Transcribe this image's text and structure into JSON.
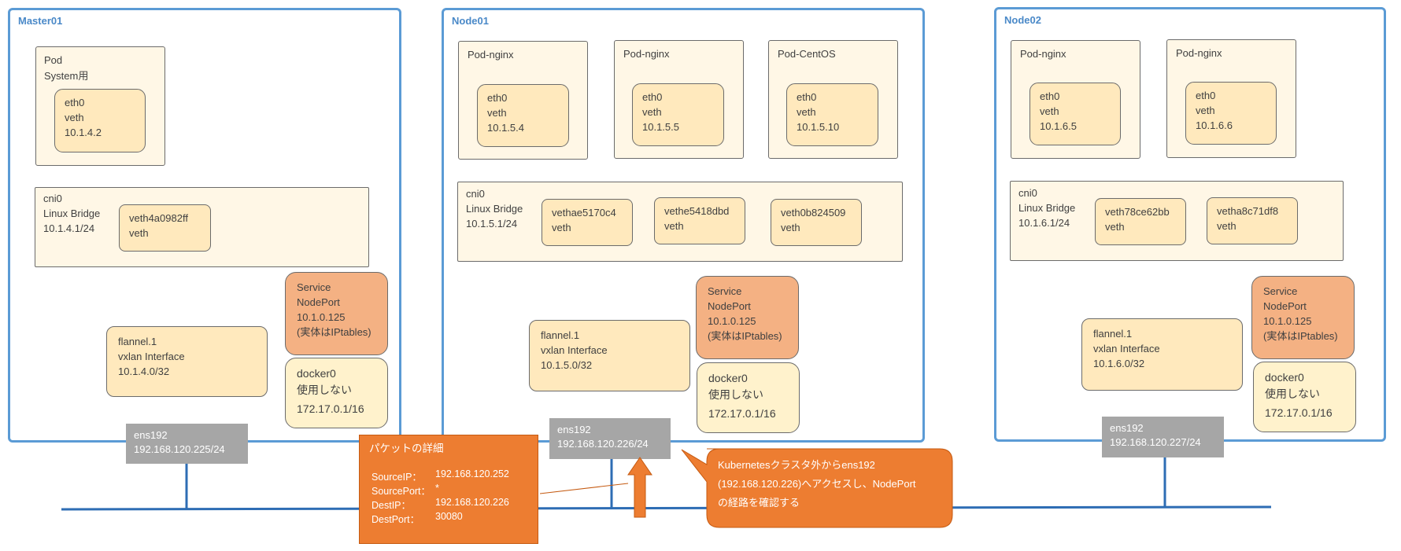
{
  "colors": {
    "host_border": "#5b9bd5",
    "pod_fill": "#fff7e6",
    "eth_fill": "#ffe9bd",
    "service_fill": "#f4b183",
    "ens_fill": "#a6a6a6",
    "callout_fill": "#ed7d31",
    "link_line": "#2e6db4"
  },
  "master": {
    "title": "Master01",
    "pod": {
      "l1": "Pod",
      "l2": "System用"
    },
    "eth": {
      "l1": "eth0",
      "l2": "veth",
      "l3": "10.1.4.2"
    },
    "cni": {
      "l1": "cni0",
      "l2": "Linux Bridge",
      "l3": "10.1.4.1/24"
    },
    "veth": {
      "l1": "veth4a0982ff",
      "l2": "veth"
    },
    "service": {
      "l1": "Service",
      "l2": "NodePort",
      "l3": "10.1.0.125",
      "l4": "(実体はIPtables)"
    },
    "flannel": {
      "l1": "flannel.1",
      "l2": "vxlan Interface",
      "l3": "10.1.4.0/32"
    },
    "docker": {
      "l1": "docker0",
      "l2": "使用しない",
      "l3": "172.17.0.1/16"
    },
    "ens": {
      "l1": "ens192",
      "l2": "192.168.120.225/24"
    }
  },
  "node01": {
    "title": "Node01",
    "pod1": {
      "name": "Pod-nginx",
      "l1": "eth0",
      "l2": "veth",
      "l3": "10.1.5.4"
    },
    "pod2": {
      "name": "Pod-nginx",
      "l1": "eth0",
      "l2": "veth",
      "l3": "10.1.5.5"
    },
    "pod3": {
      "name": "Pod-CentOS",
      "l1": "eth0",
      "l2": "veth",
      "l3": "10.1.5.10"
    },
    "cni": {
      "l1": "cni0",
      "l2": "Linux Bridge",
      "l3": "10.1.5.1/24"
    },
    "veth1": {
      "l1": "vethae5170c4",
      "l2": "veth"
    },
    "veth2": {
      "l1": "vethe5418dbd",
      "l2": "veth"
    },
    "veth3": {
      "l1": "veth0b824509",
      "l2": "veth"
    },
    "service": {
      "l1": "Service",
      "l2": "NodePort",
      "l3": "10.1.0.125",
      "l4": "(実体はIPtables)"
    },
    "flannel": {
      "l1": "flannel.1",
      "l2": "vxlan Interface",
      "l3": "10.1.5.0/32"
    },
    "docker": {
      "l1": "docker0",
      "l2": "使用しない",
      "l3": "172.17.0.1/16"
    },
    "ens": {
      "l1": "ens192",
      "l2": "192.168.120.226/24"
    }
  },
  "node02": {
    "title": "Node02",
    "pod1": {
      "name": "Pod-nginx",
      "l1": "eth0",
      "l2": "veth",
      "l3": "10.1.6.5"
    },
    "pod2": {
      "name": "Pod-nginx",
      "l1": "eth0",
      "l2": "veth",
      "l3": "10.1.6.6"
    },
    "cni": {
      "l1": "cni0",
      "l2": "Linux Bridge",
      "l3": "10.1.6.1/24"
    },
    "veth1": {
      "l1": "veth78ce62bb",
      "l2": "veth"
    },
    "veth2": {
      "l1": "vetha8c71df8",
      "l2": "veth"
    },
    "service": {
      "l1": "Service",
      "l2": "NodePort",
      "l3": "10.1.0.125",
      "l4": "(実体はIPtables)"
    },
    "flannel": {
      "l1": "flannel.1",
      "l2": "vxlan Interface",
      "l3": "10.1.6.0/32"
    },
    "docker": {
      "l1": "docker0",
      "l2": "使用しない",
      "l3": "172.17.0.1/16"
    },
    "ens": {
      "l1": "ens192",
      "l2": "192.168.120.227/24"
    }
  },
  "packet": {
    "title": "パケットの詳細",
    "rows": [
      {
        "key": "SourceIP：",
        "value": "192.168.120.252"
      },
      {
        "key": "SourcePort：",
        "value": "*"
      },
      {
        "key": "DestIP：",
        "value": "192.168.120.226"
      },
      {
        "key": "DestPort：",
        "value": "30080"
      }
    ]
  },
  "callout": {
    "l1": "Kubernetesクラスタ外からens192",
    "l2": "(192.168.120.226)へアクセスし、NodePort",
    "l3": "の経路を確認する"
  }
}
